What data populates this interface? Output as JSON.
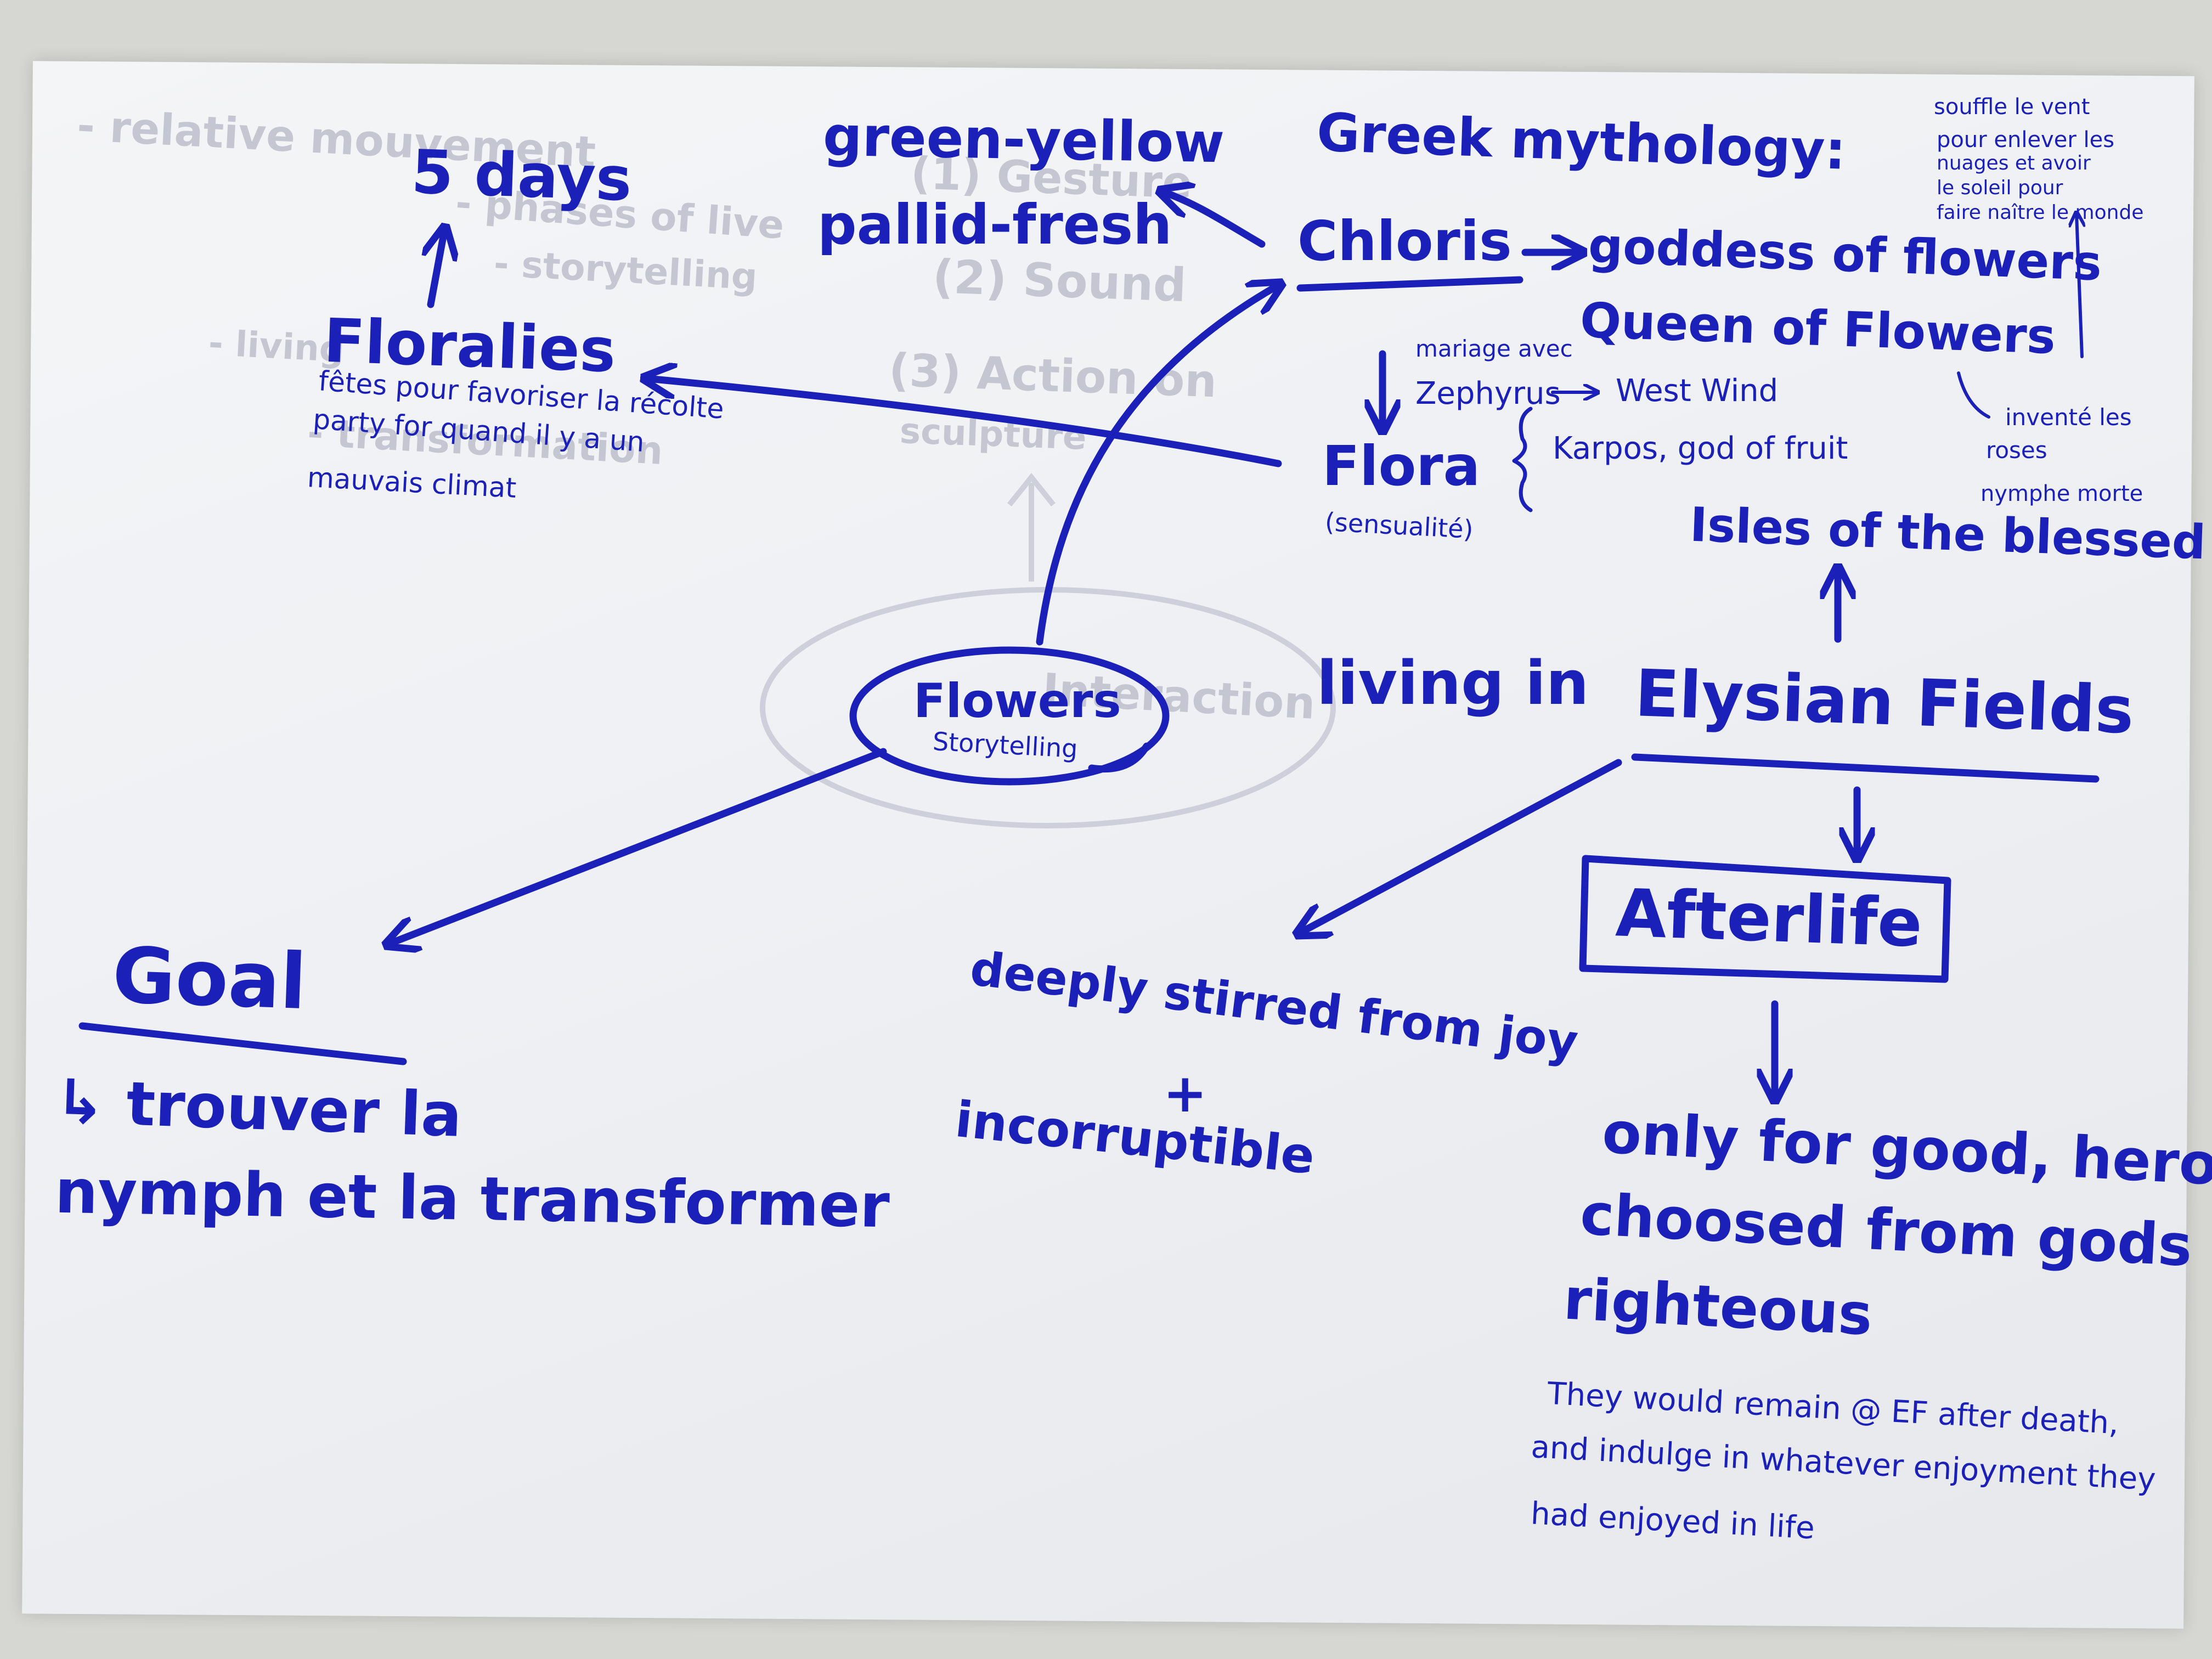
{
  "colors": {
    "ink": "#1a20b8",
    "paper": "#eff1f4",
    "ghost": "#c4c7d2"
  },
  "center": {
    "title": "Flowers",
    "subtitle": "Storytelling"
  },
  "five_days": "5 days",
  "floralies": {
    "title": "Floralies",
    "note_1": "fêtes pour favoriser la récolte",
    "note_2": "party for quand il y a un",
    "note_3": "mauvais climat"
  },
  "colors_note": {
    "line_1": "green-yellow",
    "line_2": "pallid-fresh"
  },
  "greek": {
    "title": "Greek mythology:",
    "chloris": "Chloris",
    "goddess": "goddess of flowers",
    "queen": "Queen of Flowers",
    "marriage": "mariage avec",
    "zephyrus": "Zephyrus",
    "west_wind": "West Wind",
    "flora": "Flora",
    "sensuality": "(sensualité)",
    "karpos": "Karpos, god of fruit"
  },
  "side_note": {
    "line_1": "souffle le vent",
    "line_2": "pour enlever les",
    "line_3": "nuages et avoir",
    "line_4": "le soleil pour",
    "line_5": "faire naître le monde",
    "line_6": "inventé les",
    "line_7": "roses",
    "line_8": "nymphe morte"
  },
  "isles": "Isles of the blessed",
  "elysian": {
    "living_in": "living in",
    "fields": "Elysian Fields"
  },
  "afterlife": "Afterlife",
  "only_for": {
    "line_1": "only for good, heroes",
    "line_2": "choosed from gods",
    "line_3": "righteous"
  },
  "remain_note": {
    "line_1": "They would remain @ EF after death,",
    "line_2": "and indulge in whatever enjoyment they",
    "line_3": "had enjoyed in life"
  },
  "stirred": {
    "line_1": "deeply stirred from joy",
    "plus": "+",
    "line_2": "incorruptible"
  },
  "goal": {
    "title": "Goal",
    "line_1": "↳ trouver la",
    "line_2": "nymph et la transformer"
  },
  "ghost_text": {
    "g1": "- relative mouvement",
    "g2": "(1) Gesture",
    "g3": "- phases of live",
    "g4": "- storytelling",
    "g5": "(2) Sound",
    "g6": "- living",
    "g7": "(3) Action on",
    "g8": "sculpture",
    "g9": "- transformation",
    "g10": "Interaction"
  }
}
